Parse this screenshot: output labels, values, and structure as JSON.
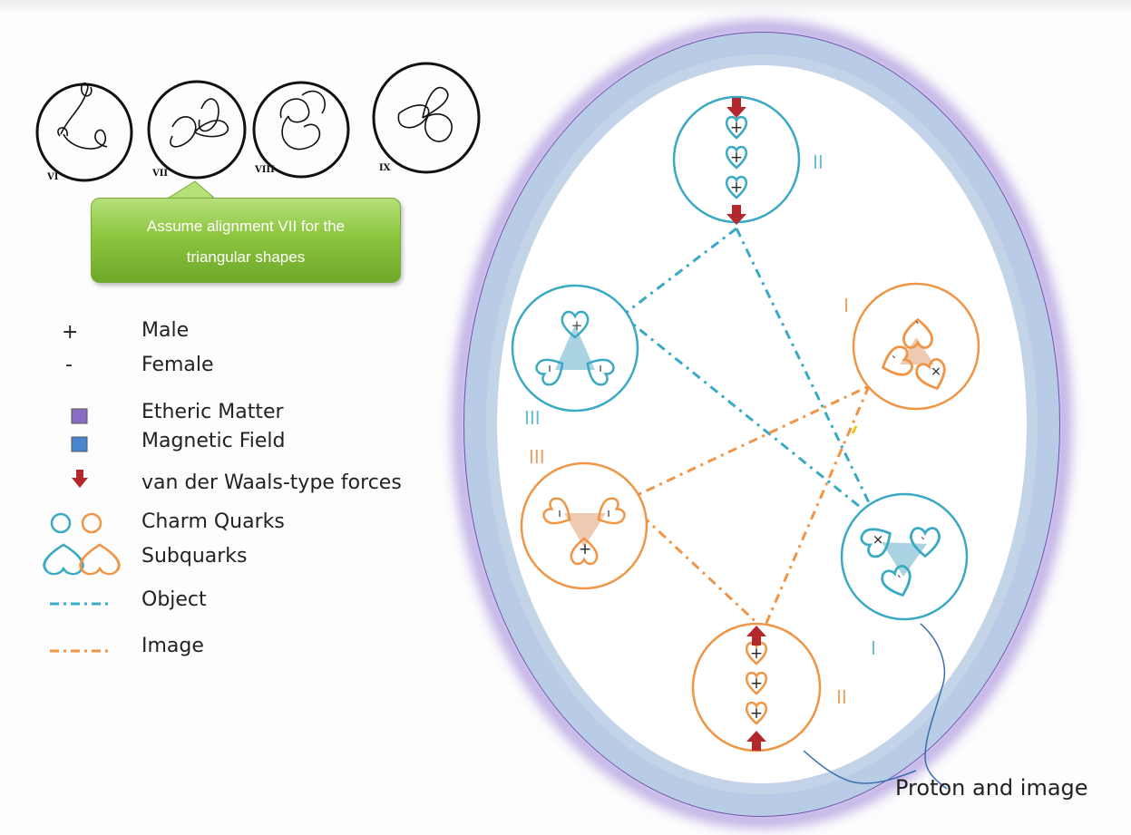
{
  "callout": {
    "line1": "Assume alignment VII for the",
    "line2": "triangular shapes"
  },
  "thumbnails": {
    "labels": [
      "VI",
      "VII",
      "VIII",
      "IX"
    ]
  },
  "legend": {
    "male_symbol": "+",
    "male": "Male",
    "female_symbol": "-",
    "female": "Female",
    "etheric": "Etheric Matter",
    "magnetic": "Magnetic Field",
    "vdw": "van der Waals-type forces",
    "charm": "Charm Quarks",
    "subquarks": "Subquarks",
    "object": "Object",
    "image": "Image"
  },
  "quark_labels": {
    "top_blue": "II",
    "left_blue": "III",
    "left_orange": "III",
    "right_orange": "I",
    "right_blue": "I",
    "bottom_orange": "II"
  },
  "caption": "Proton and image",
  "colors": {
    "etheric": "#7a5fb8",
    "magnetic": "#3b7ac8",
    "blue": "#3aa9c4",
    "orange": "#f09445",
    "arrow": "#b3282d",
    "callout": "#8cc63f"
  }
}
